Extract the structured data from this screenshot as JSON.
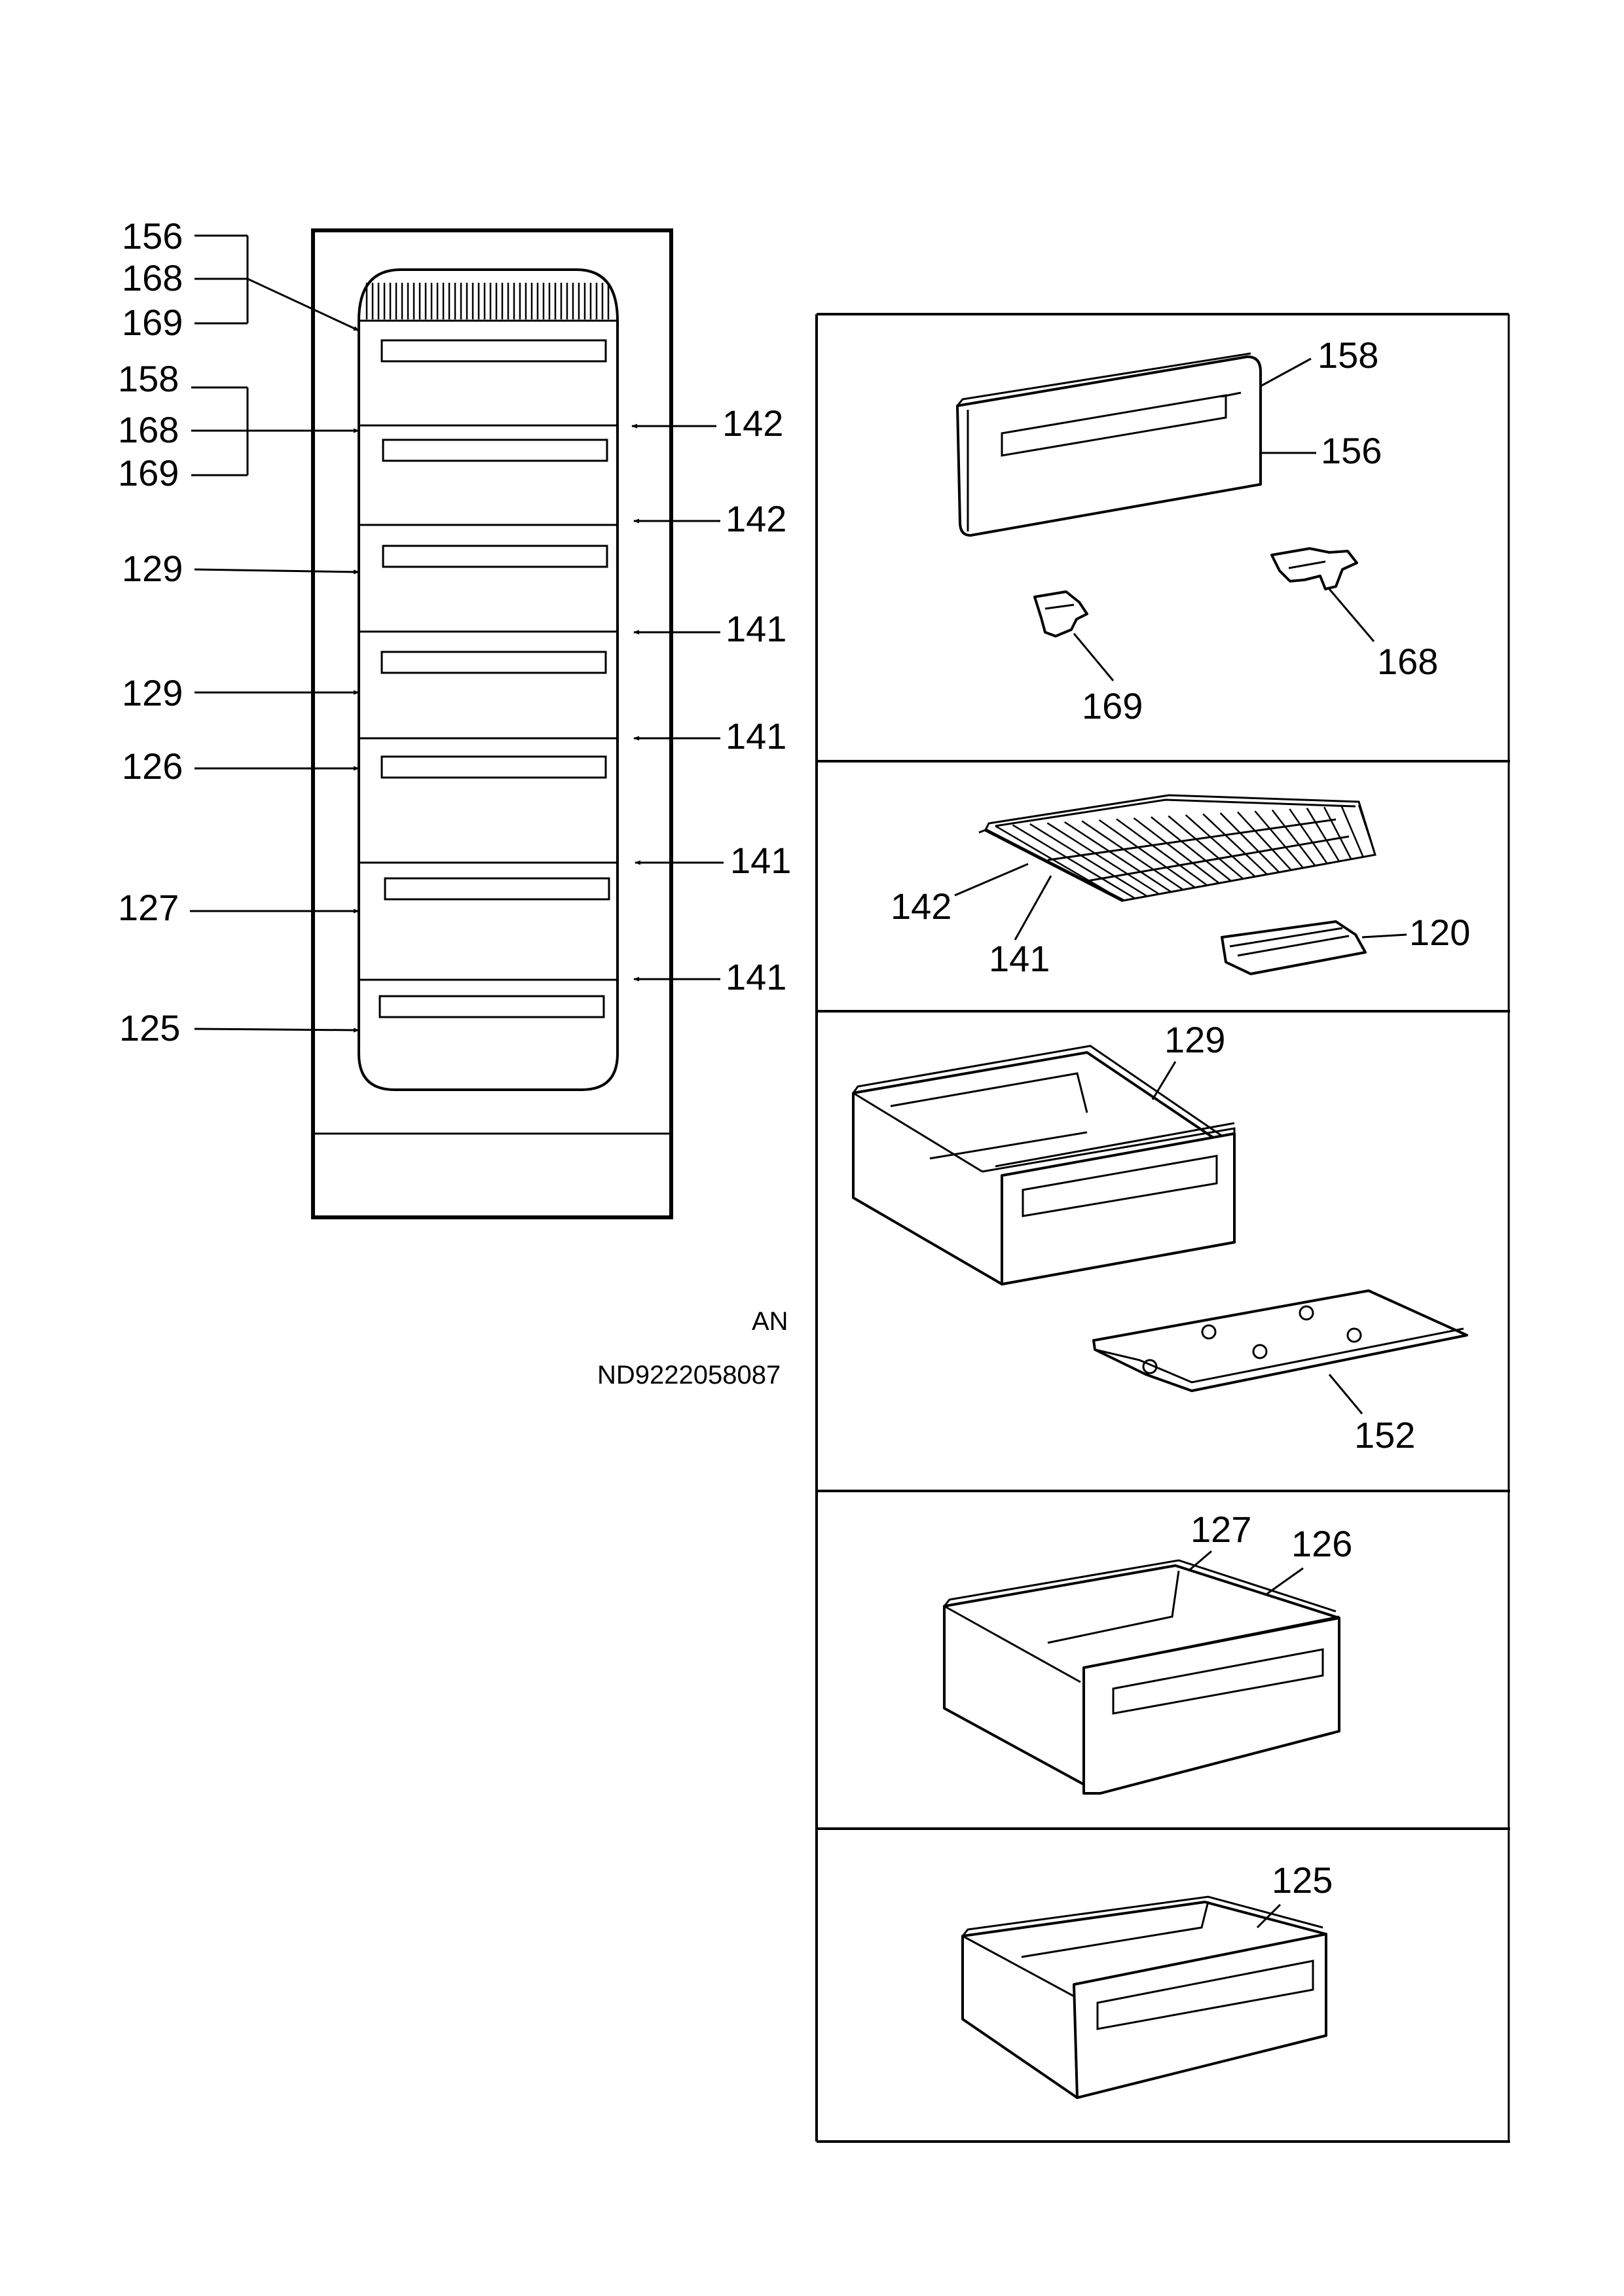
{
  "cabinet": {
    "left_labels": [
      "156",
      "168",
      "169",
      "158",
      "168",
      "169",
      "129",
      "129",
      "126",
      "127",
      "125"
    ],
    "right_labels": [
      "142",
      "142",
      "141",
      "141",
      "141",
      "141"
    ]
  },
  "panels": {
    "door_panel": {
      "labels": [
        "158",
        "156",
        "169",
        "168"
      ]
    },
    "shelf_panel": {
      "labels": [
        "142",
        "141",
        "120"
      ]
    },
    "drawer_129_panel": {
      "labels": [
        "129",
        "152"
      ]
    },
    "drawer_126_panel": {
      "labels": [
        "127",
        "126"
      ]
    },
    "drawer_125_panel": {
      "labels": [
        "125"
      ]
    }
  },
  "footer": {
    "code_line1": "AN",
    "code_line2": "ND9222058087"
  }
}
